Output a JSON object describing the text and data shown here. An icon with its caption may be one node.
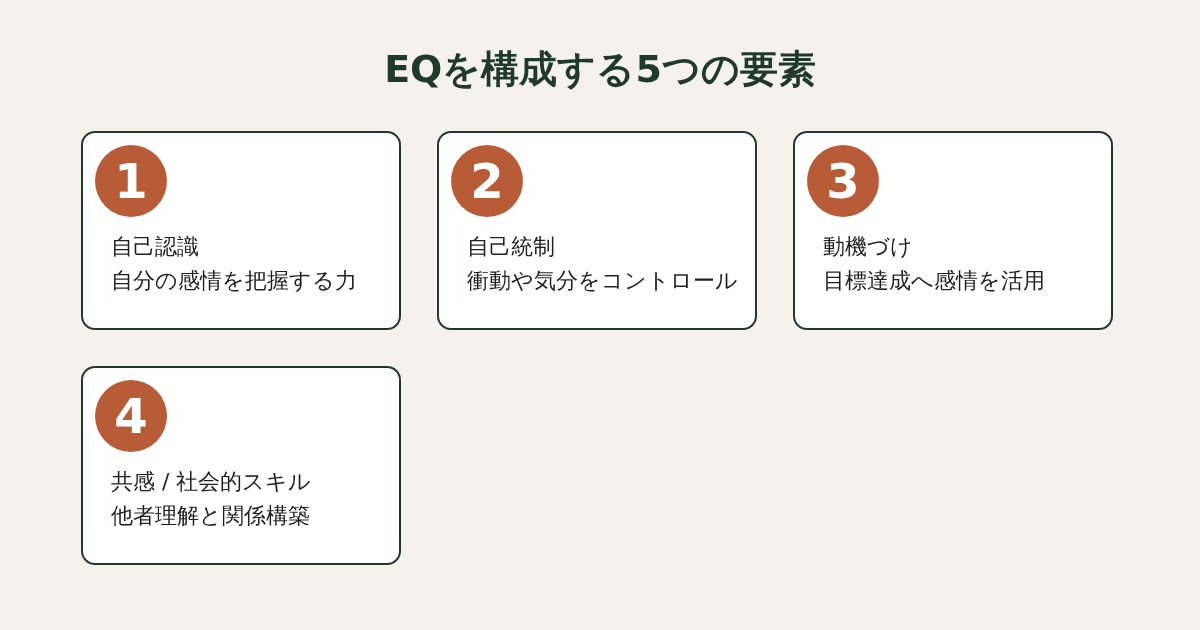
{
  "diagram": {
    "title": "EQを構成する5つの要素",
    "nodes": [
      {
        "text": [
          "自己認識",
          "自分の感情を把握する力"
        ]
      },
      {
        "text": [
          "1"
        ],
        "in": 0
      },
      {
        "text": [
          "自己統制",
          "衝動や気分をコントロール"
        ]
      },
      {
        "text": [
          "2"
        ],
        "in": 2
      },
      {
        "text": [
          "動機づけ",
          "目標達成へ感情を活用"
        ]
      },
      {
        "text": [
          "3"
        ],
        "in": 4
      },
      {
        "text": [
          "共感 / 社会的スキル",
          "他者理解と関係構築"
        ]
      },
      {
        "text": [
          "4"
        ],
        "in": 6
      }
    ],
    "edges": []
  }
}
